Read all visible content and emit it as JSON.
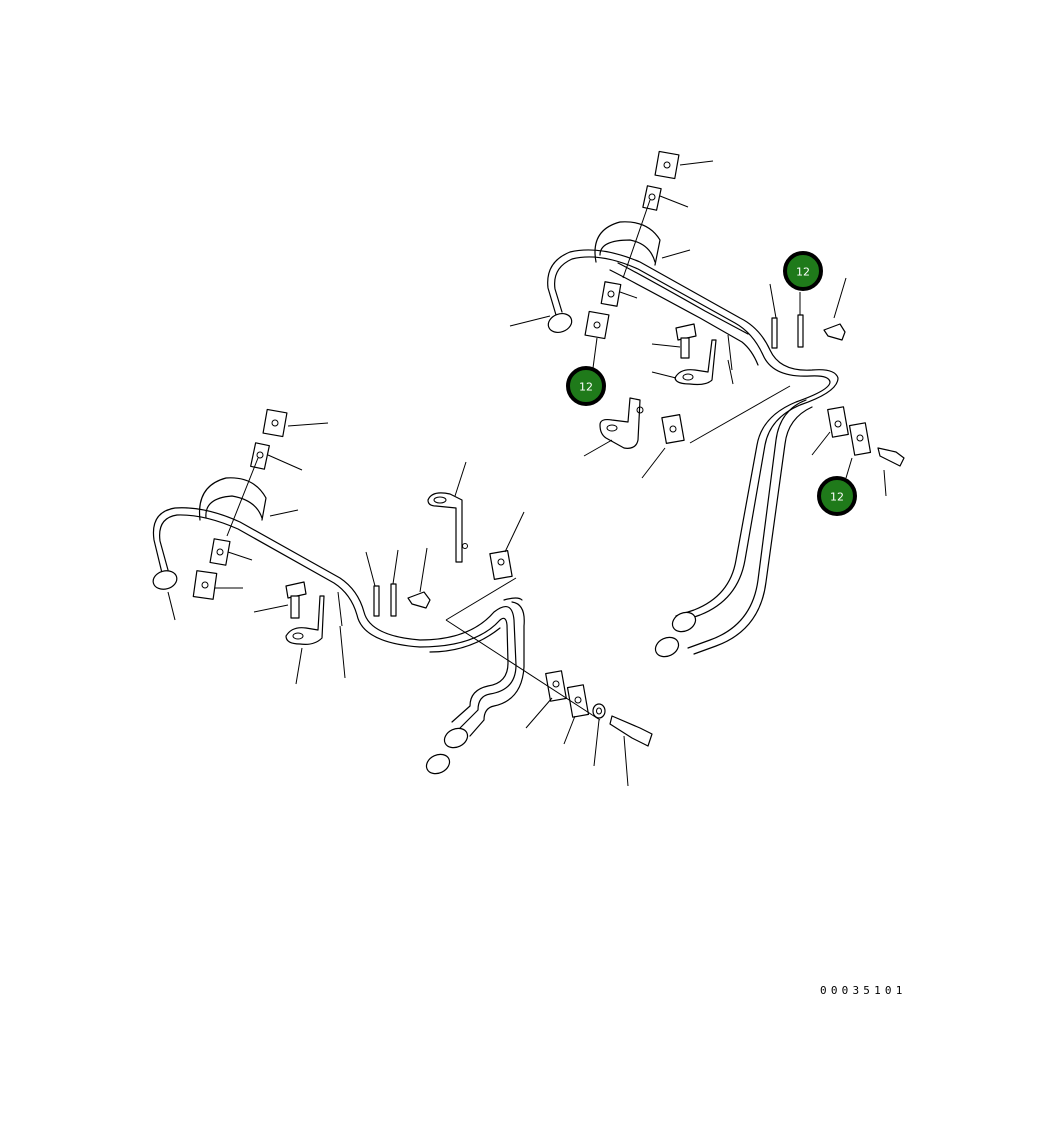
{
  "diagram": {
    "callouts": [
      {
        "label": "12"
      },
      {
        "label": "12"
      },
      {
        "label": "12"
      }
    ],
    "drawing_number": "00035101",
    "colors": {
      "callout_fill": "#1f7a1a",
      "callout_border": "#000000",
      "callout_text": "#ffffff",
      "line": "#000000",
      "background": "#ffffff"
    }
  }
}
